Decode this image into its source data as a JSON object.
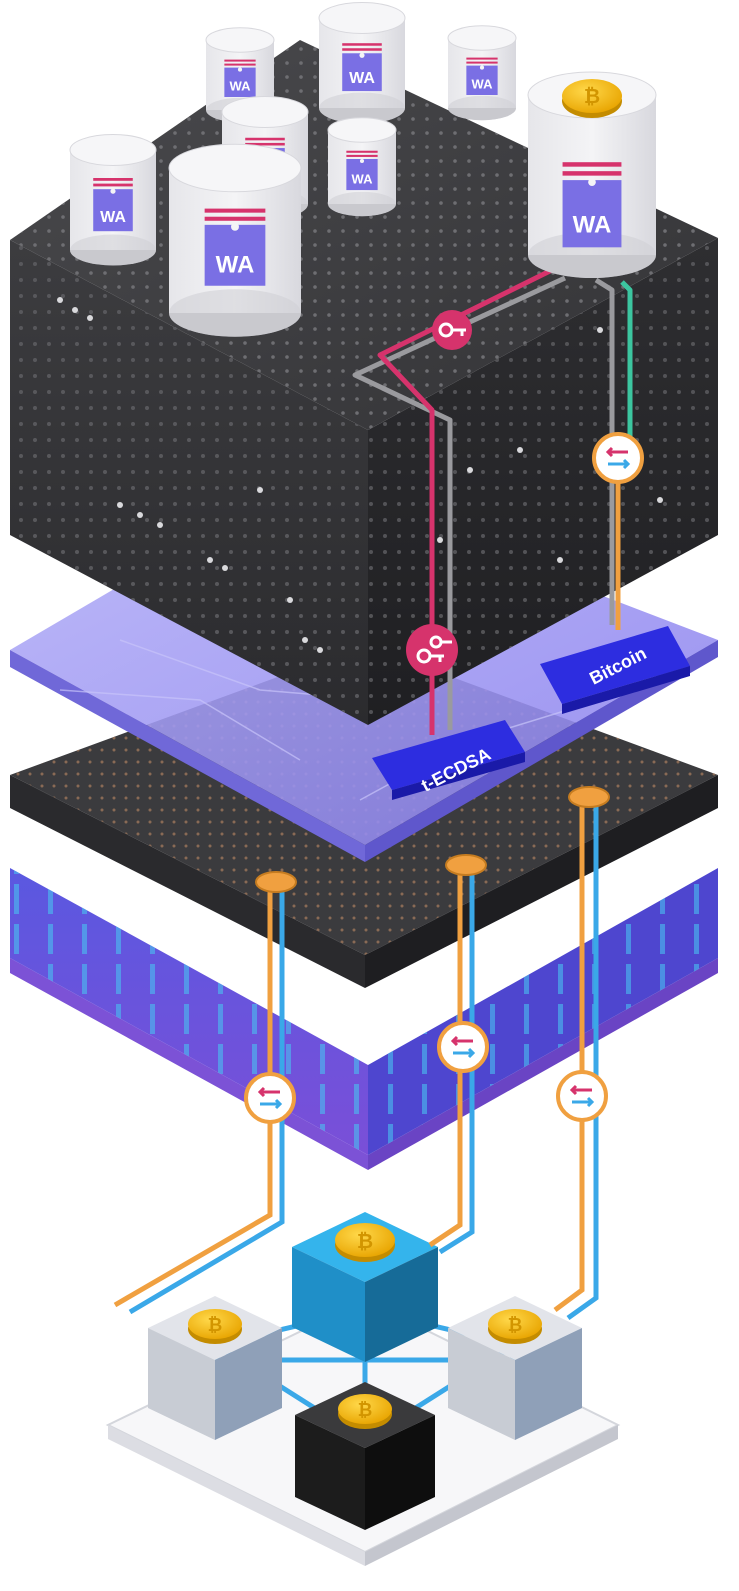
{
  "canister_label": "WA",
  "labels": {
    "tecdsa": "t-ECDSA",
    "bitcoin": "Bitcoin"
  },
  "coin_symbol": "₿",
  "colors": {
    "cube_dark": "#3a3a3c",
    "cube_side": "#2a2a2c",
    "purple_plate": "#8f88f0",
    "blue_block": "#2b2bd6",
    "pink_line": "#d6336c",
    "orange_line": "#f0a040",
    "blue_line": "#3aa8e8",
    "teal_line": "#3cc6a0",
    "gold": "#f5b800",
    "node_blue": "#1f8fc8",
    "node_grey": "#c8ccd4",
    "node_black": "#1c1c1c"
  },
  "icons": [
    "key-icon",
    "double-key-icon",
    "exchange-arrows-icon",
    "bitcoin-coin-icon",
    "canister-icon"
  ]
}
